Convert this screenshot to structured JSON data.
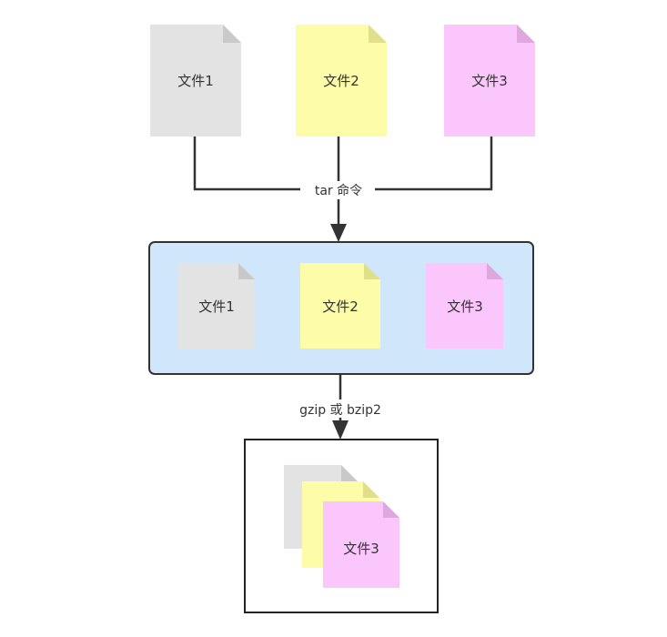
{
  "colors": {
    "file_gray": "#e3e3e3",
    "file_yellow": "#fdfca8",
    "file_pink": "#fbc6fb",
    "fold_gray": "#c9c9c9",
    "fold_yellow": "#e0df8c",
    "fold_pink": "#dea8de",
    "tar_container_fill": "#cfe6fb",
    "tar_container_stroke": "#333333",
    "archive_stroke": "#222222",
    "connector": "#333333"
  },
  "source_files": [
    {
      "label": "文件1",
      "color": "gray"
    },
    {
      "label": "文件2",
      "color": "yellow"
    },
    {
      "label": "文件3",
      "color": "pink"
    }
  ],
  "tar_files": [
    {
      "label": "文件1",
      "color": "gray"
    },
    {
      "label": "文件2",
      "color": "yellow"
    },
    {
      "label": "文件3",
      "color": "pink"
    }
  ],
  "compressed_file": {
    "label": "文件3"
  },
  "edges": {
    "tar_label": "tar 命令",
    "compress_label": "gzip 或 bzip2"
  }
}
